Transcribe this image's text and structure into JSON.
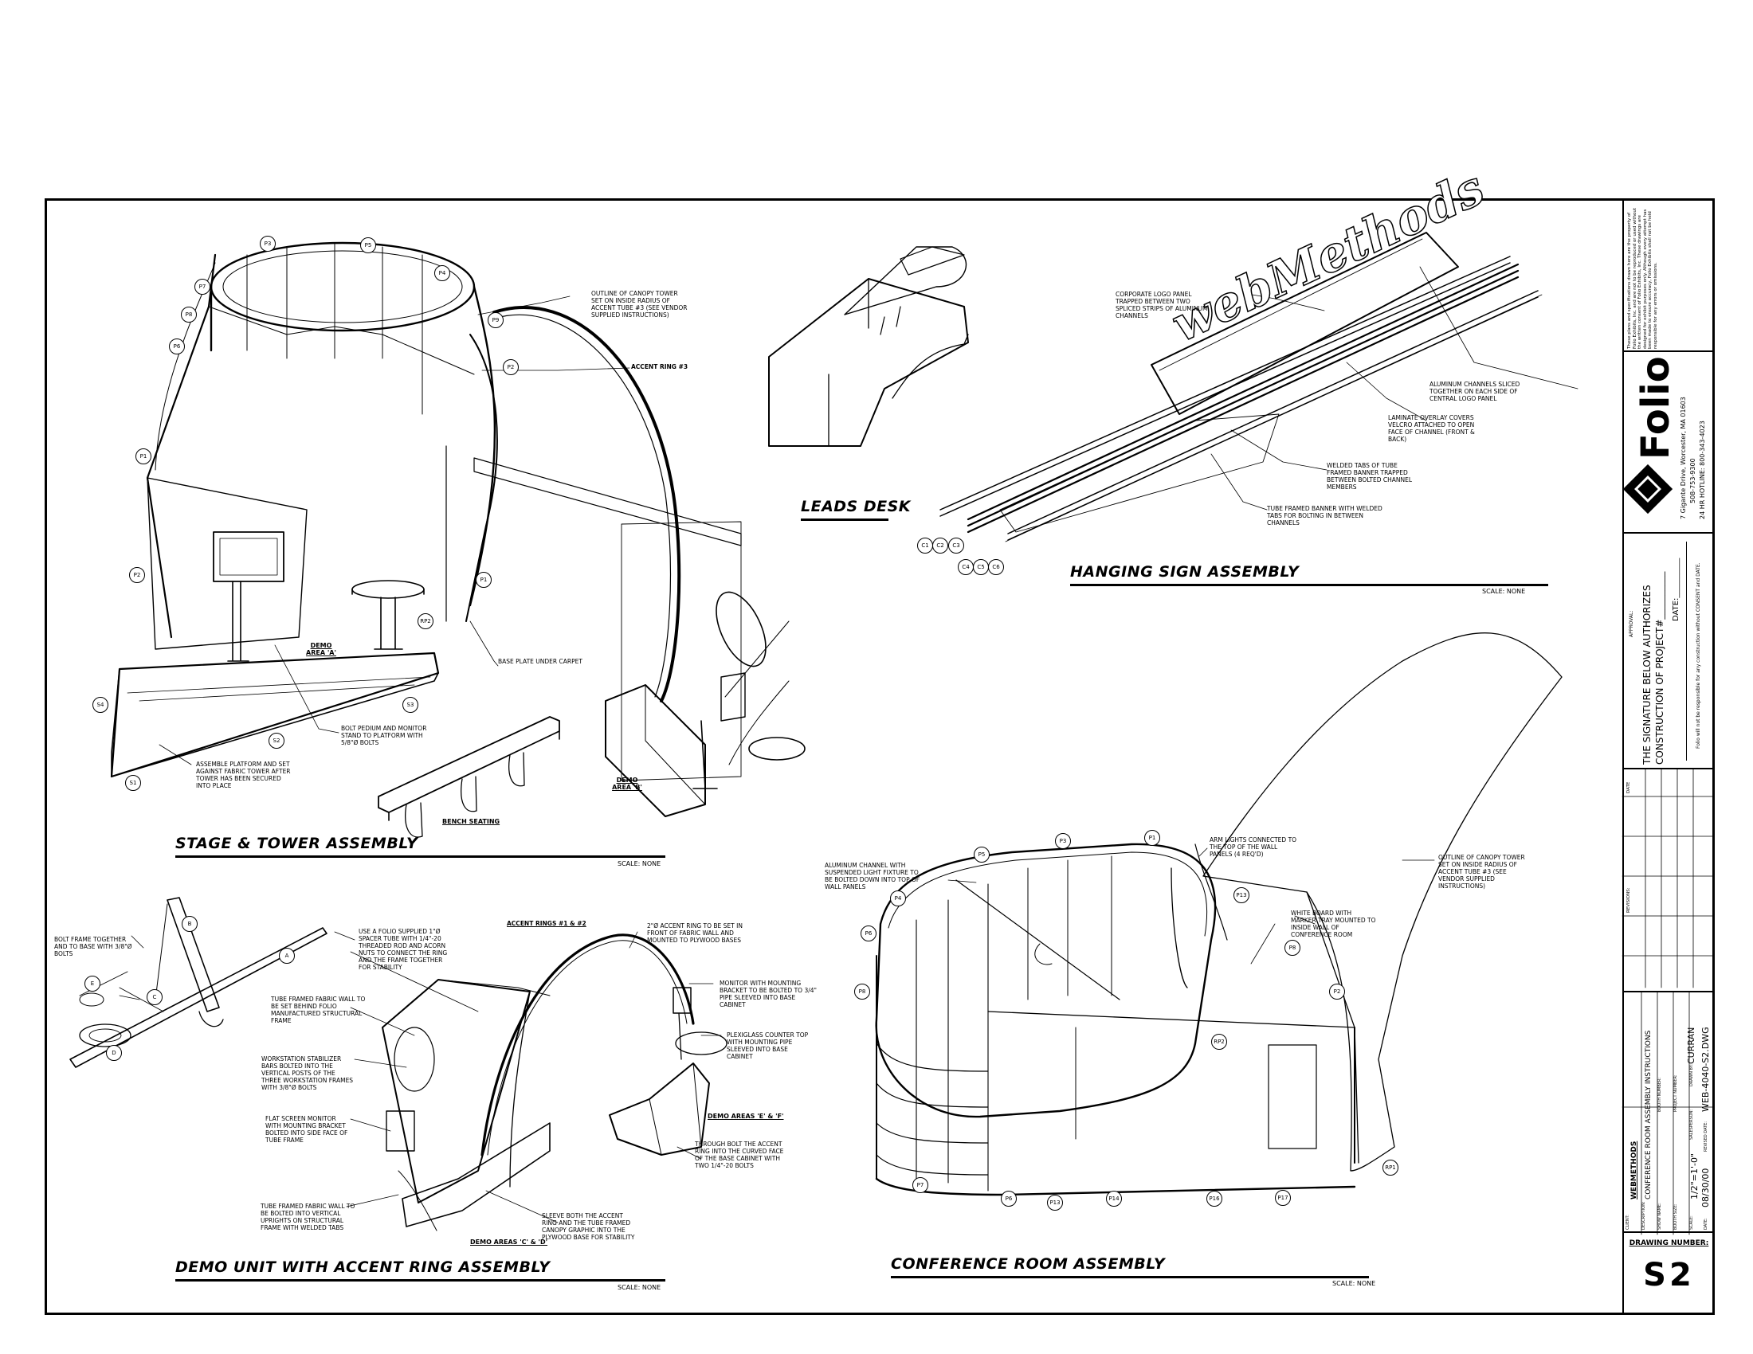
{
  "drawings": [
    {
      "id": "stage",
      "title": "STAGE & TOWER ASSEMBLY",
      "scale": "SCALE: NONE"
    },
    {
      "id": "leads",
      "title": "LEADS DESK"
    },
    {
      "id": "sign",
      "title": "HANGING SIGN ASSEMBLY",
      "scale": "SCALE: NONE"
    },
    {
      "id": "demo",
      "title": "DEMO UNIT WITH ACCENT RING ASSEMBLY",
      "scale": "SCALE: NONE"
    },
    {
      "id": "conf",
      "title": "CONFERENCE ROOM ASSEMBLY",
      "scale": "SCALE: NONE"
    }
  ],
  "sublabels": {
    "demo_a": "DEMO AREA 'A'",
    "demo_b": "DEMO AREA 'B'",
    "bench": "BENCH SEATING",
    "demo_cd": "DEMO AREAS 'C' & 'D'",
    "demo_ef": "DEMO AREAS 'E' & 'F'"
  },
  "notes": {
    "canopy_tower": "OUTLINE OF CANOPY TOWER SET ON INSIDE RADIUS OF ACCENT TUBE #3 (SEE VENDOR SUPPLIED INSTRUCTIONS)",
    "accent_ring3": "ACCENT RING #3",
    "base_plate": "BASE PLATE UNDER CARPET",
    "bolt_pedium": "BOLT PEDIUM AND MONITOR STAND TO PLATFORM WITH 5/8\"Ø BOLTS",
    "assemble_platform": "ASSEMBLE PLATFORM AND SET AGAINST FABRIC TOWER AFTER TOWER HAS BEEN SECURED INTO PLACE",
    "corp_logo": "CORPORATE LOGO PANEL TRAPPED BETWEEN TWO SPLICED STRIPS OF ALUMINUM CHANNELS",
    "alum_channels": "ALUMINUM CHANNELS SLICED TOGETHER ON EACH SIDE OF CENTRAL LOGO PANEL",
    "laminate": "LAMINATE OVERLAY COVERS VELCRO ATTACHED TO OPEN FACE OF CHANNEL (FRONT & BACK)",
    "welded_tabs": "WELDED TABS OF TUBE FRAMED BANNER TRAPPED BETWEEN BOLTED CHANNEL MEMBERS",
    "tube_banner": "TUBE FRAMED BANNER WITH WELDED TABS FOR BOLTING IN BETWEEN CHANNELS",
    "bolt_frame": "BOLT FRAME TOGETHER AND TO BASE WITH 3/8\"Ø BOLTS",
    "folio_spacer": "USE A FOLIO SUPPLIED 1\"Ø SPACER TUBE WITH 1/4\"-20 THREADED ROD AND ACORN NUTS TO CONNECT THE RING AND THE FRAME TOGETHER FOR STABILITY",
    "accent_rings": "ACCENT RINGS #1 & #2",
    "accent_ring_set": "2\"Ø ACCENT RING TO BE SET IN FRONT OF FABRIC WALL AND MOUNTED TO PLYWOOD BASES",
    "tube_fabric_wall": "TUBE FRAMED FABRIC WALL TO BE SET BEHIND FOLIO MANUFACTURED STRUCTURAL FRAME",
    "monitor_bracket": "MONITOR WITH MOUNTING BRACKET TO BE BOLTED TO 3/4\" PIPE SLEEVED INTO BASE CABINET",
    "plexiglass": "PLEXIGLASS COUNTER TOP WITH MOUNTING PIPE SLEEVED INTO BASE CABINET",
    "workstation": "WORKSTATION STABILIZER BARS BOLTED INTO THE VERTICAL POSTS OF THE THREE WORKSTATION FRAMES WITH 3/8\"Ø BOLTS",
    "flat_screen": "FLAT SCREEN MONITOR WITH MOUNTING BRACKET BOLTED INTO SIDE FACE OF TUBE FRAME",
    "through_bolt": "THROUGH BOLT THE ACCENT RING INTO THE CURVED FACE OF THE BASE CABINET WITH TWO 1/4\"-20 BOLTS",
    "tube_wall_bolted": "TUBE FRAMED FABRIC WALL TO BE BOLTED INTO VERTICAL UPRIGHTS ON STRUCTURAL FRAME WITH WELDED TABS",
    "sleeve_rings": "SLEEVE BOTH THE ACCENT RING AND THE TUBE FRAMED CANOPY GRAPHIC INTO THE PLYWOOD BASE FOR STABILITY",
    "alum_channel_light": "ALUMINUM CHANNEL WITH SUSPENDED LIGHT FIXTURE TO BE BOLTED DOWN INTO TOP OF WALL PANELS",
    "arm_lights": "ARM LIGHTS CONNECTED TO THE TOP OF THE WALL PANELS (4 REQ'D)",
    "white_board": "WHITE BOARD WITH MARKER TRAY MOUNTED TO INSIDE WALL OF CONFERENCE ROOM",
    "canopy_tower_conf": "OUTLINE OF CANOPY TOWER SET ON INSIDE RADIUS OF ACCENT TUBE #3 (SEE VENDOR SUPPLIED INSTRUCTIONS)"
  },
  "sign_logo": "webMethods",
  "title_block": {
    "disclaimer": "These plans and specifications drawn here are the property of Folio Exhibits, Inc. and are not to be reproduced or used without the written consent of Folio Exhibits, Inc. These drawings are designed for exhibit purposes only. Although every attempt has been made to ensure accuracy, Folio Exhibits shall not be held responsible for any errors or omissions.",
    "company": "Folio",
    "address": "7 Gigante Drive, Worcester, MA 01603",
    "phone": "508-753-9300",
    "hotline": "24 HR HOTLINE: 800-343-4023",
    "approval_label": "APPROVAL:",
    "approval_text_1": "THE SIGNATURE BELOW AUTHORIZES",
    "approval_text_2": "CONSTRUCTION OF PROJECT#__________",
    "date_label": "DATE:__________",
    "liability": "Folio will not be responsible for any construction without CONSENT and DATE.",
    "revisions_label": "REVISIONS:",
    "date_col": "DATE",
    "client_label": "CLIENT:",
    "client": "WEBMETHODS",
    "description_label": "DESCRIPTION:",
    "description": "CONFERENCE ROOM ASSEMBLY INSTRUCTIONS",
    "show_label": "SHOW NAME:",
    "booth_label": "BOOTH NUMBER:",
    "booth_size_label": "BOOTH SIZE:",
    "scale_label": "SCALE:",
    "scale": "1/2\"=1'-0\"",
    "salesperson_label": "SALESPERSON:",
    "project_label": "PROJECT NUMBER:",
    "drawn_label": "DRAWN BY:",
    "drawn": "CURRAN",
    "date_drawn_label": "DATE:",
    "date_drawn": "08/30/00",
    "revised_label": "REVISED DATE:",
    "drawing_no_label": "DRAWING NUMBER:",
    "file_no": "WEB-4040-S2.DWG",
    "sheet": "S2"
  }
}
